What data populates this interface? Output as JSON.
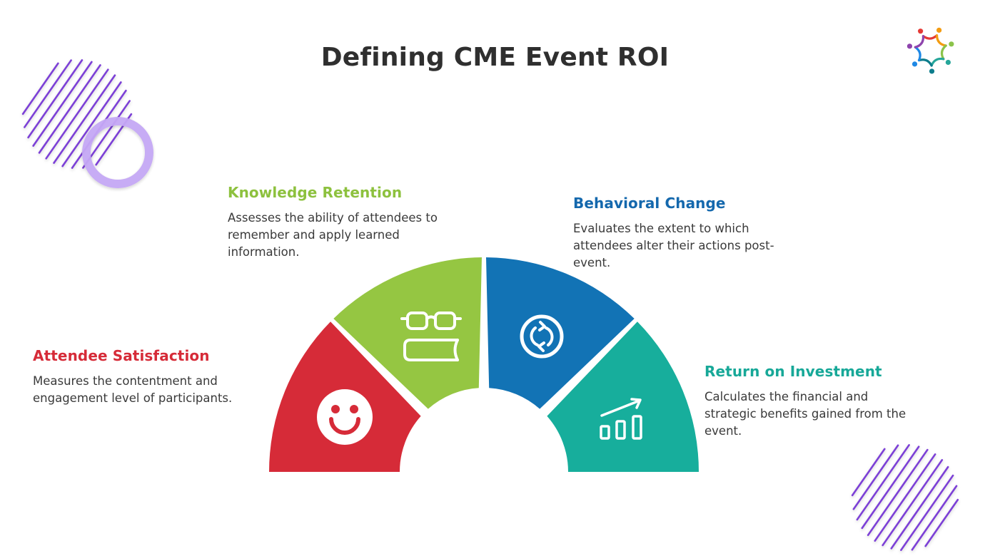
{
  "title": "Defining CME Event ROI",
  "logo": {
    "icon": "people-circle-logo",
    "colors": [
      "#e53935",
      "#f39c12",
      "#8bc34a",
      "#26a69a",
      "#0d7d8c",
      "#1e88e5",
      "#8e44ad"
    ]
  },
  "decorations": {
    "stripe_color": "#7b3fd6",
    "ring_color": "#c5a8f5"
  },
  "segments": [
    {
      "id": "attendee-satisfaction",
      "title": "Attendee Satisfaction",
      "description": "Measures the contentment and engagement level of participants.",
      "color": "#d62b38",
      "icon": "smiley-face-icon"
    },
    {
      "id": "knowledge-retention",
      "title": "Knowledge Retention",
      "description": "Assesses the ability of attendees to remember and apply learned information.",
      "color": "#95c642",
      "icon": "glasses-book-icon"
    },
    {
      "id": "behavioral-change",
      "title": "Behavioral Change",
      "description": "Evaluates the extent to which attendees alter their actions post-event.",
      "color": "#1273b5",
      "icon": "refresh-cycle-icon"
    },
    {
      "id": "return-on-investment",
      "title": "Return on Investment",
      "description": "Calculates the financial and strategic benefits gained from the event.",
      "color": "#17ae9c",
      "icon": "growth-chart-icon"
    }
  ]
}
